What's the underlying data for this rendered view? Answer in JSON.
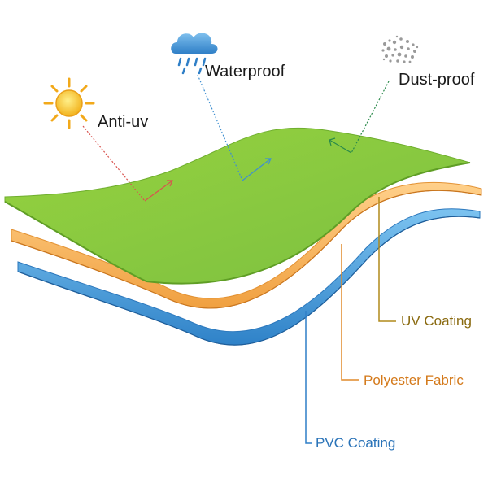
{
  "features": [
    {
      "id": "anti-uv",
      "label": "Anti-uv",
      "icon": "sun-icon"
    },
    {
      "id": "waterproof",
      "label": "Waterproof",
      "icon": "rain-cloud-icon"
    },
    {
      "id": "dust-proof",
      "label": "Dust-proof",
      "icon": "dust-particles-icon"
    }
  ],
  "layers": [
    {
      "id": "uv-coating",
      "label": "UV Coating",
      "color": "#8bc53f"
    },
    {
      "id": "polyester-fabric",
      "label": "Polyester Fabric",
      "color": "#f3a94a"
    },
    {
      "id": "pvc-coating",
      "label": "PVC Coating",
      "color": "#3f9ad8"
    }
  ],
  "colors": {
    "callout_red": "#d9534f",
    "leader_uv": "#b08a1a",
    "leader_poly": "#e08a2a",
    "leader_pvc": "#2f7fc7"
  }
}
